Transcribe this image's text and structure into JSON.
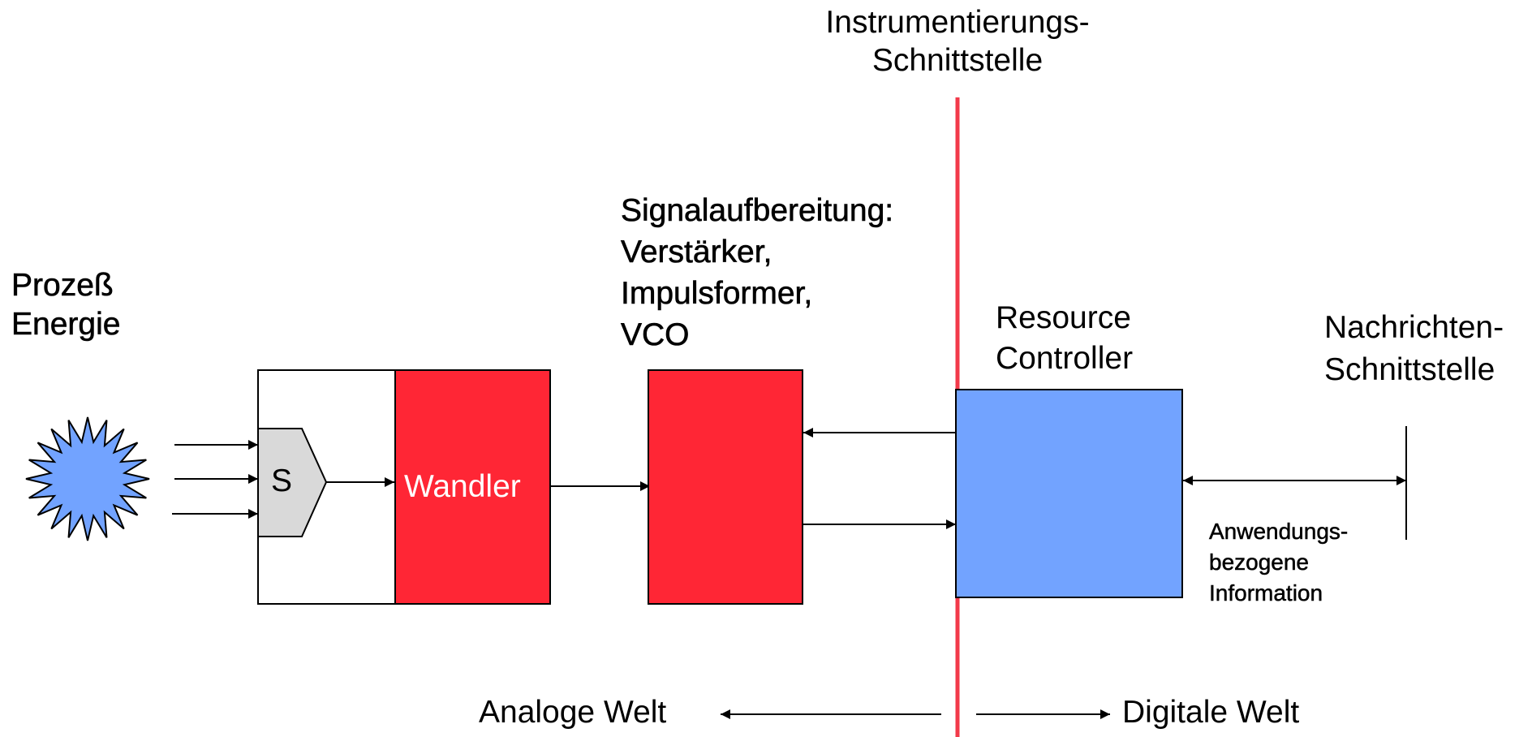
{
  "labels": {
    "instrumentation_interface": "Instrumentierungs-\nSchnittstelle",
    "signal_conditioning": "Signalaufbereitung:\nVerstärker,\nImpulsformer,\nVCO",
    "process_energy": "Prozeß\nEnergie",
    "resource_controller": "Resource\nController",
    "message_interface": "Nachrichten-\nSchnittstelle",
    "sensor": "S",
    "converter": "Wandler",
    "application_info": "Anwendungs-\nbezogene\nInformation",
    "analog_world": "Analoge Welt",
    "digital_world": "Digitale Welt"
  },
  "colors": {
    "red_block": "#ff2635",
    "blue_block": "#72a3ff",
    "star": "#72a3ff",
    "sensor_fill": "#d9d9d9",
    "boundary_line": "#f23a4a"
  },
  "icons": {
    "energy_source": "starburst-icon"
  }
}
